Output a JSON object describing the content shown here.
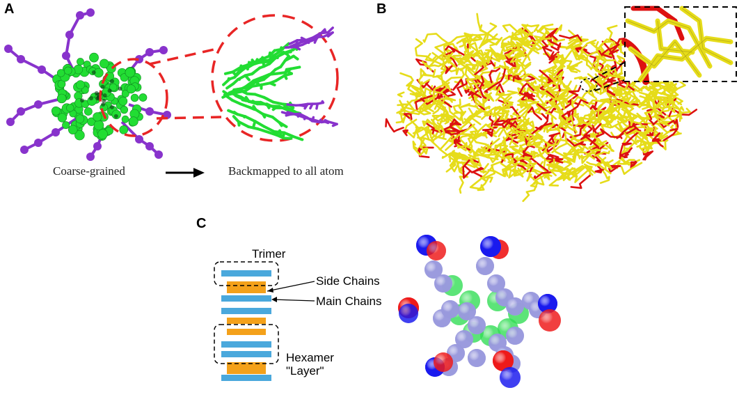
{
  "panels": {
    "a": {
      "letter": "A",
      "left_caption": "Coarse-grained",
      "right_caption": "Backmapped to all atom"
    },
    "b": {
      "letter": "B"
    },
    "c": {
      "letter": "C",
      "labels": {
        "trimer": "Trimer",
        "side_chains": "Side Chains",
        "main_chains": "Main Chains",
        "hexamer": "Hexamer",
        "layer": "\"Layer\""
      }
    }
  },
  "colors": {
    "green": "#22dd33",
    "purple": "#8833cc",
    "red_dash": "#e82525",
    "yellow": "#e6dc1a",
    "red_rod": "#dd1111",
    "main_chain_blue": "#4aa8dc",
    "side_chain_orange": "#f4a11a",
    "sphere_blue": "#1a1aee",
    "sphere_red": "#ee1a1a",
    "sphere_lavender": "#9999dd",
    "sphere_green": "#33dd55"
  }
}
